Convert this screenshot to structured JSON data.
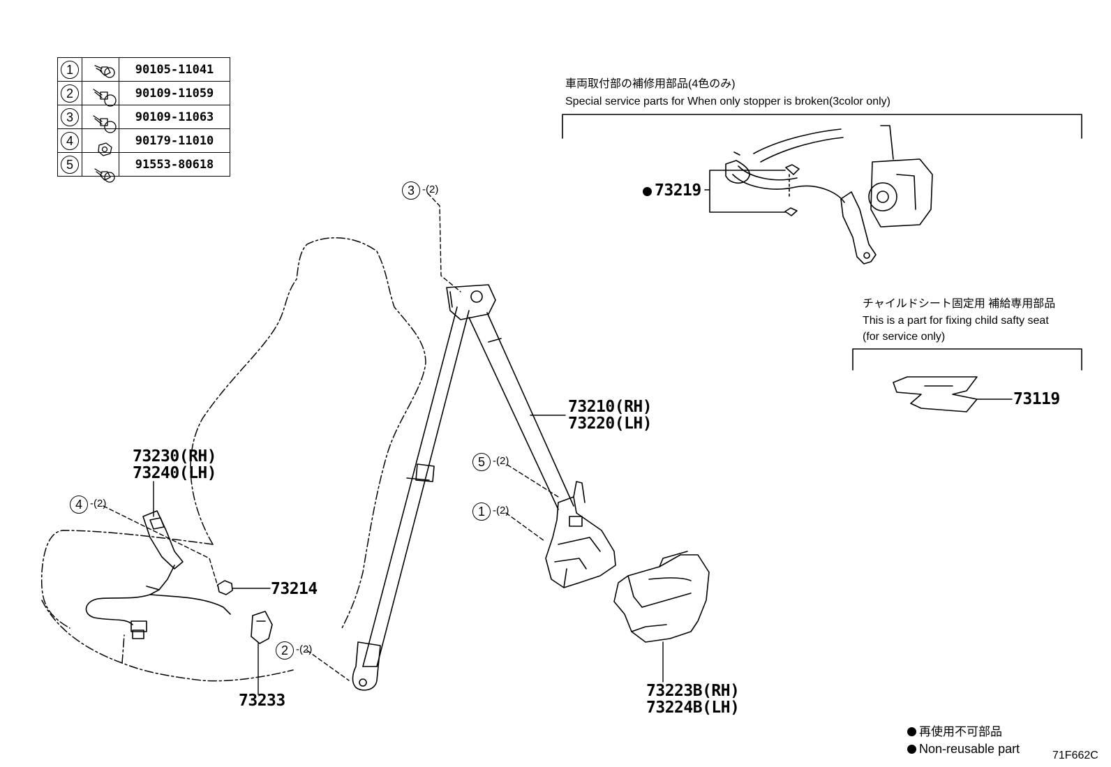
{
  "parts_table": [
    {
      "index": "1",
      "icon": "bolt-washer-icon",
      "part_no": "90105-11041"
    },
    {
      "index": "2",
      "icon": "bolt-collar-icon",
      "part_no": "90109-11059"
    },
    {
      "index": "3",
      "icon": "bolt-collar-icon",
      "part_no": "90109-11063"
    },
    {
      "index": "4",
      "icon": "nut-icon",
      "part_no": "90179-11010"
    },
    {
      "index": "5",
      "icon": "bolt-washer-icon",
      "part_no": "91553-80618"
    }
  ],
  "callouts": {
    "c3": {
      "num": "3",
      "qty": "-(2)"
    },
    "c5": {
      "num": "5",
      "qty": "-(2)"
    },
    "c1": {
      "num": "1",
      "qty": "-(2)"
    },
    "c4": {
      "num": "4",
      "qty": "-(2)"
    },
    "c2": {
      "num": "2",
      "qty": "-(2)"
    }
  },
  "labels": {
    "belt_rh": "73210(RH)",
    "belt_lh": "73220(LH)",
    "buckle_rh": "73230(RH)",
    "buckle_lh": "73240(LH)",
    "nut": "73214",
    "cover": "73233",
    "retractor_cover_rh": "73223B(RH)",
    "retractor_cover_lh": "73224B(LH)",
    "stopper": "73219",
    "child_seat_part": "73119"
  },
  "notes": {
    "stopper_jp": "車両取付部の補修用部品(4色のみ)",
    "stopper_en": "Special service parts for When only stopper is broken(3color only)",
    "child_jp": "チャイルドシート固定用 補給専用部品",
    "child_en1": "This is a part for fixing child safty seat",
    "child_en2": "(for service only)"
  },
  "legend": {
    "jp": "再使用不可部品",
    "en": "Non-reusable part"
  },
  "figure_code": "71F662C"
}
